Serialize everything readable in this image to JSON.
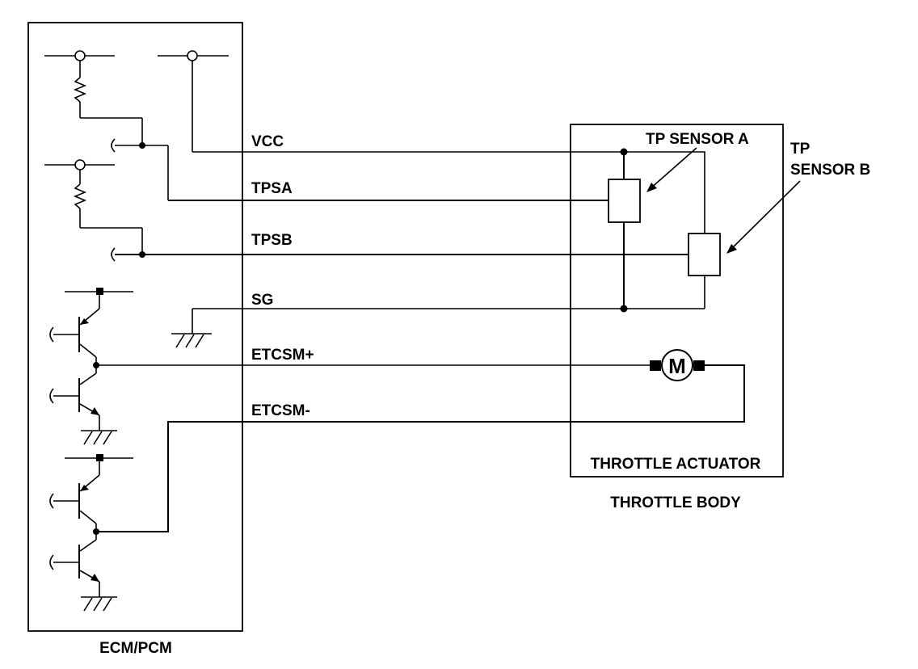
{
  "labels": {
    "ecm": "ECM/PCM",
    "throttle_body": "THROTTLE BODY",
    "throttle_actuator": "THROTTLE ACTUATOR",
    "tp_sensor_a": "TP SENSOR A",
    "tp_sensor_b_line1": "TP",
    "tp_sensor_b_line2": "SENSOR B",
    "motor": "M"
  },
  "wires": {
    "vcc": "VCC",
    "tpsa": "TPSA",
    "tpsb": "TPSB",
    "sg": "SG",
    "etcsm_plus": "ETCSM+",
    "etcsm_minus": "ETCSM-"
  }
}
